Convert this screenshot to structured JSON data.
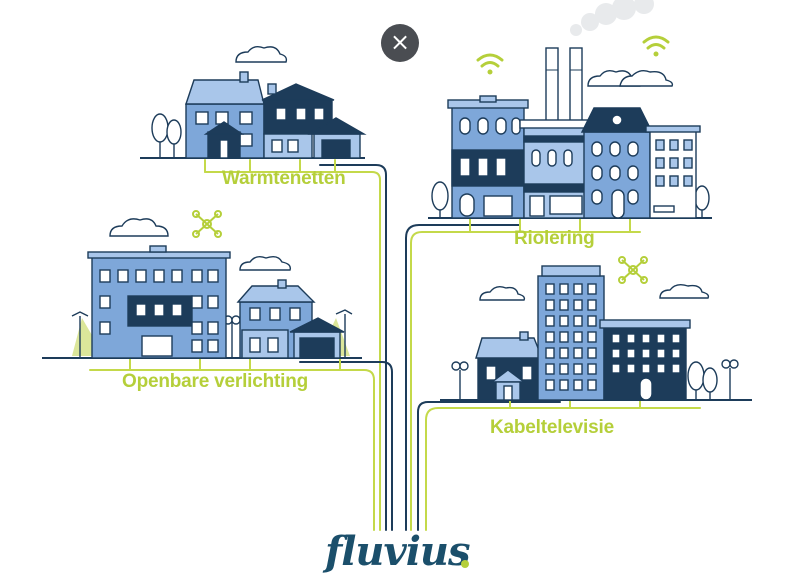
{
  "labels": {
    "warmtenetten": "Warmtenetten",
    "riolering": "Riolering",
    "verlichting": "Openbare verlichting",
    "kabeltelevisie": "Kabeltelevisie"
  },
  "logo": {
    "text": "fluvius"
  },
  "close": {
    "glyph": "×"
  },
  "colors": {
    "navy": "#1d3c5a",
    "blue": "#7ea7d9",
    "light_blue": "#a9c6ea",
    "lime": "#c4d94a",
    "logo_teal": "#1b4f6b",
    "close_bg": "#4a4d52"
  }
}
